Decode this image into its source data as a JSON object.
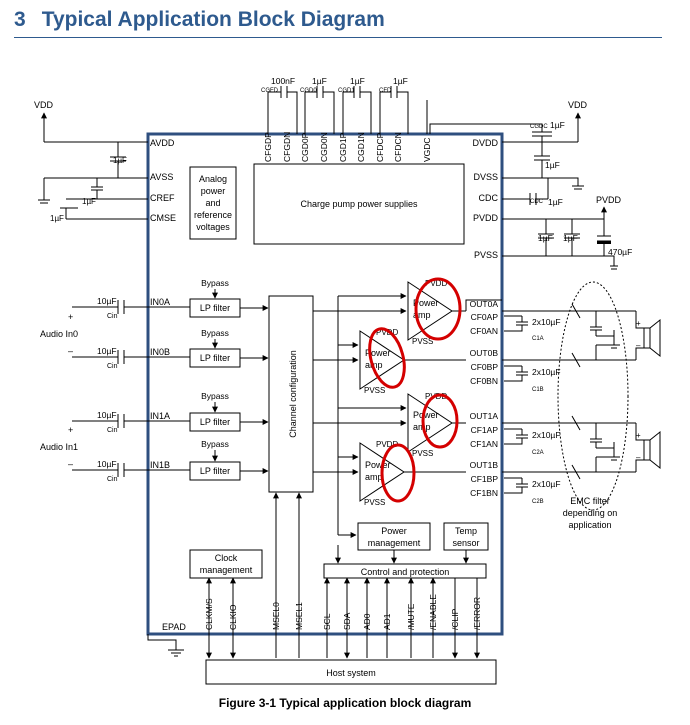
{
  "header": {
    "number": "3",
    "title": "Typical Application Block Diagram"
  },
  "caption": "Figure 3-1 Typical application block diagram",
  "supplies": {
    "vdd": "VDD",
    "pvdd": "PVDD",
    "pvss": "PVSS",
    "epad": "EPAD"
  },
  "caps": {
    "c100n": "100nF",
    "c1u": "1µF",
    "c10u": "10µF",
    "c2x10u": "2x10µF",
    "c470u": "470µF",
    "cgfd": "CGFD",
    "cgd0": "CGD0",
    "cgd1": "CGD1",
    "cfd": "CFD",
    "cgdc": "CGDC",
    "cdc": "CDC",
    "cin": "Cin",
    "c1a": "C1A",
    "c1b": "C1B",
    "c2a": "C2A",
    "c2b": "C2B"
  },
  "pins": {
    "left": [
      "AVDD",
      "AVSS",
      "CREF",
      "CMSE"
    ],
    "top": [
      "CFGDP",
      "CFGDN",
      "CGD0P",
      "CGD0N",
      "CGD1P",
      "CGD1N",
      "CFDCP",
      "CFDCN",
      "VGDC"
    ],
    "right_supply": [
      "DVDD",
      "DVSS",
      "CDC",
      "PVDD",
      "PVSS"
    ],
    "inputs": [
      "IN0A",
      "IN0B",
      "IN1A",
      "IN1B"
    ],
    "outputs": [
      "OUT0A",
      "CF0AP",
      "CF0AN",
      "OUT0B",
      "CF0BP",
      "CF0BN",
      "OUT1A",
      "CF1AP",
      "CF1AN",
      "OUT1B",
      "CF1BP",
      "CF1BN"
    ],
    "bottom": [
      "CLKM/S",
      "CLKIO",
      "MSEL0",
      "MSEL1",
      "SCL",
      "SDA",
      "AD0",
      "AD1",
      "/MUTE",
      "/ENABLE",
      "/CLIP",
      "/ERROR"
    ]
  },
  "blocks": {
    "analog": [
      "Analog",
      "power",
      "and",
      "reference",
      "voltages"
    ],
    "charge_pump": "Charge pump power supplies",
    "lp_filter": "LP filter",
    "bypass": "Bypass",
    "channel_config": "Channel configuration",
    "power_amp": [
      "Power",
      "amp"
    ],
    "power_mgmt": [
      "Power",
      "management"
    ],
    "temp_sensor": [
      "Temp",
      "sensor"
    ],
    "clock_mgmt": [
      "Clock",
      "management"
    ],
    "control": "Control and protection",
    "host": "Host system",
    "emc": [
      "EMC filter",
      "depending on",
      "application"
    ]
  },
  "audio": {
    "in0": "Audio In0",
    "in1": "Audio In1",
    "plus": "+",
    "minus": "–"
  },
  "colors": {
    "chip_border": "#2f4f7f",
    "header": "#2e5a8e",
    "highlight": "#d40000"
  }
}
